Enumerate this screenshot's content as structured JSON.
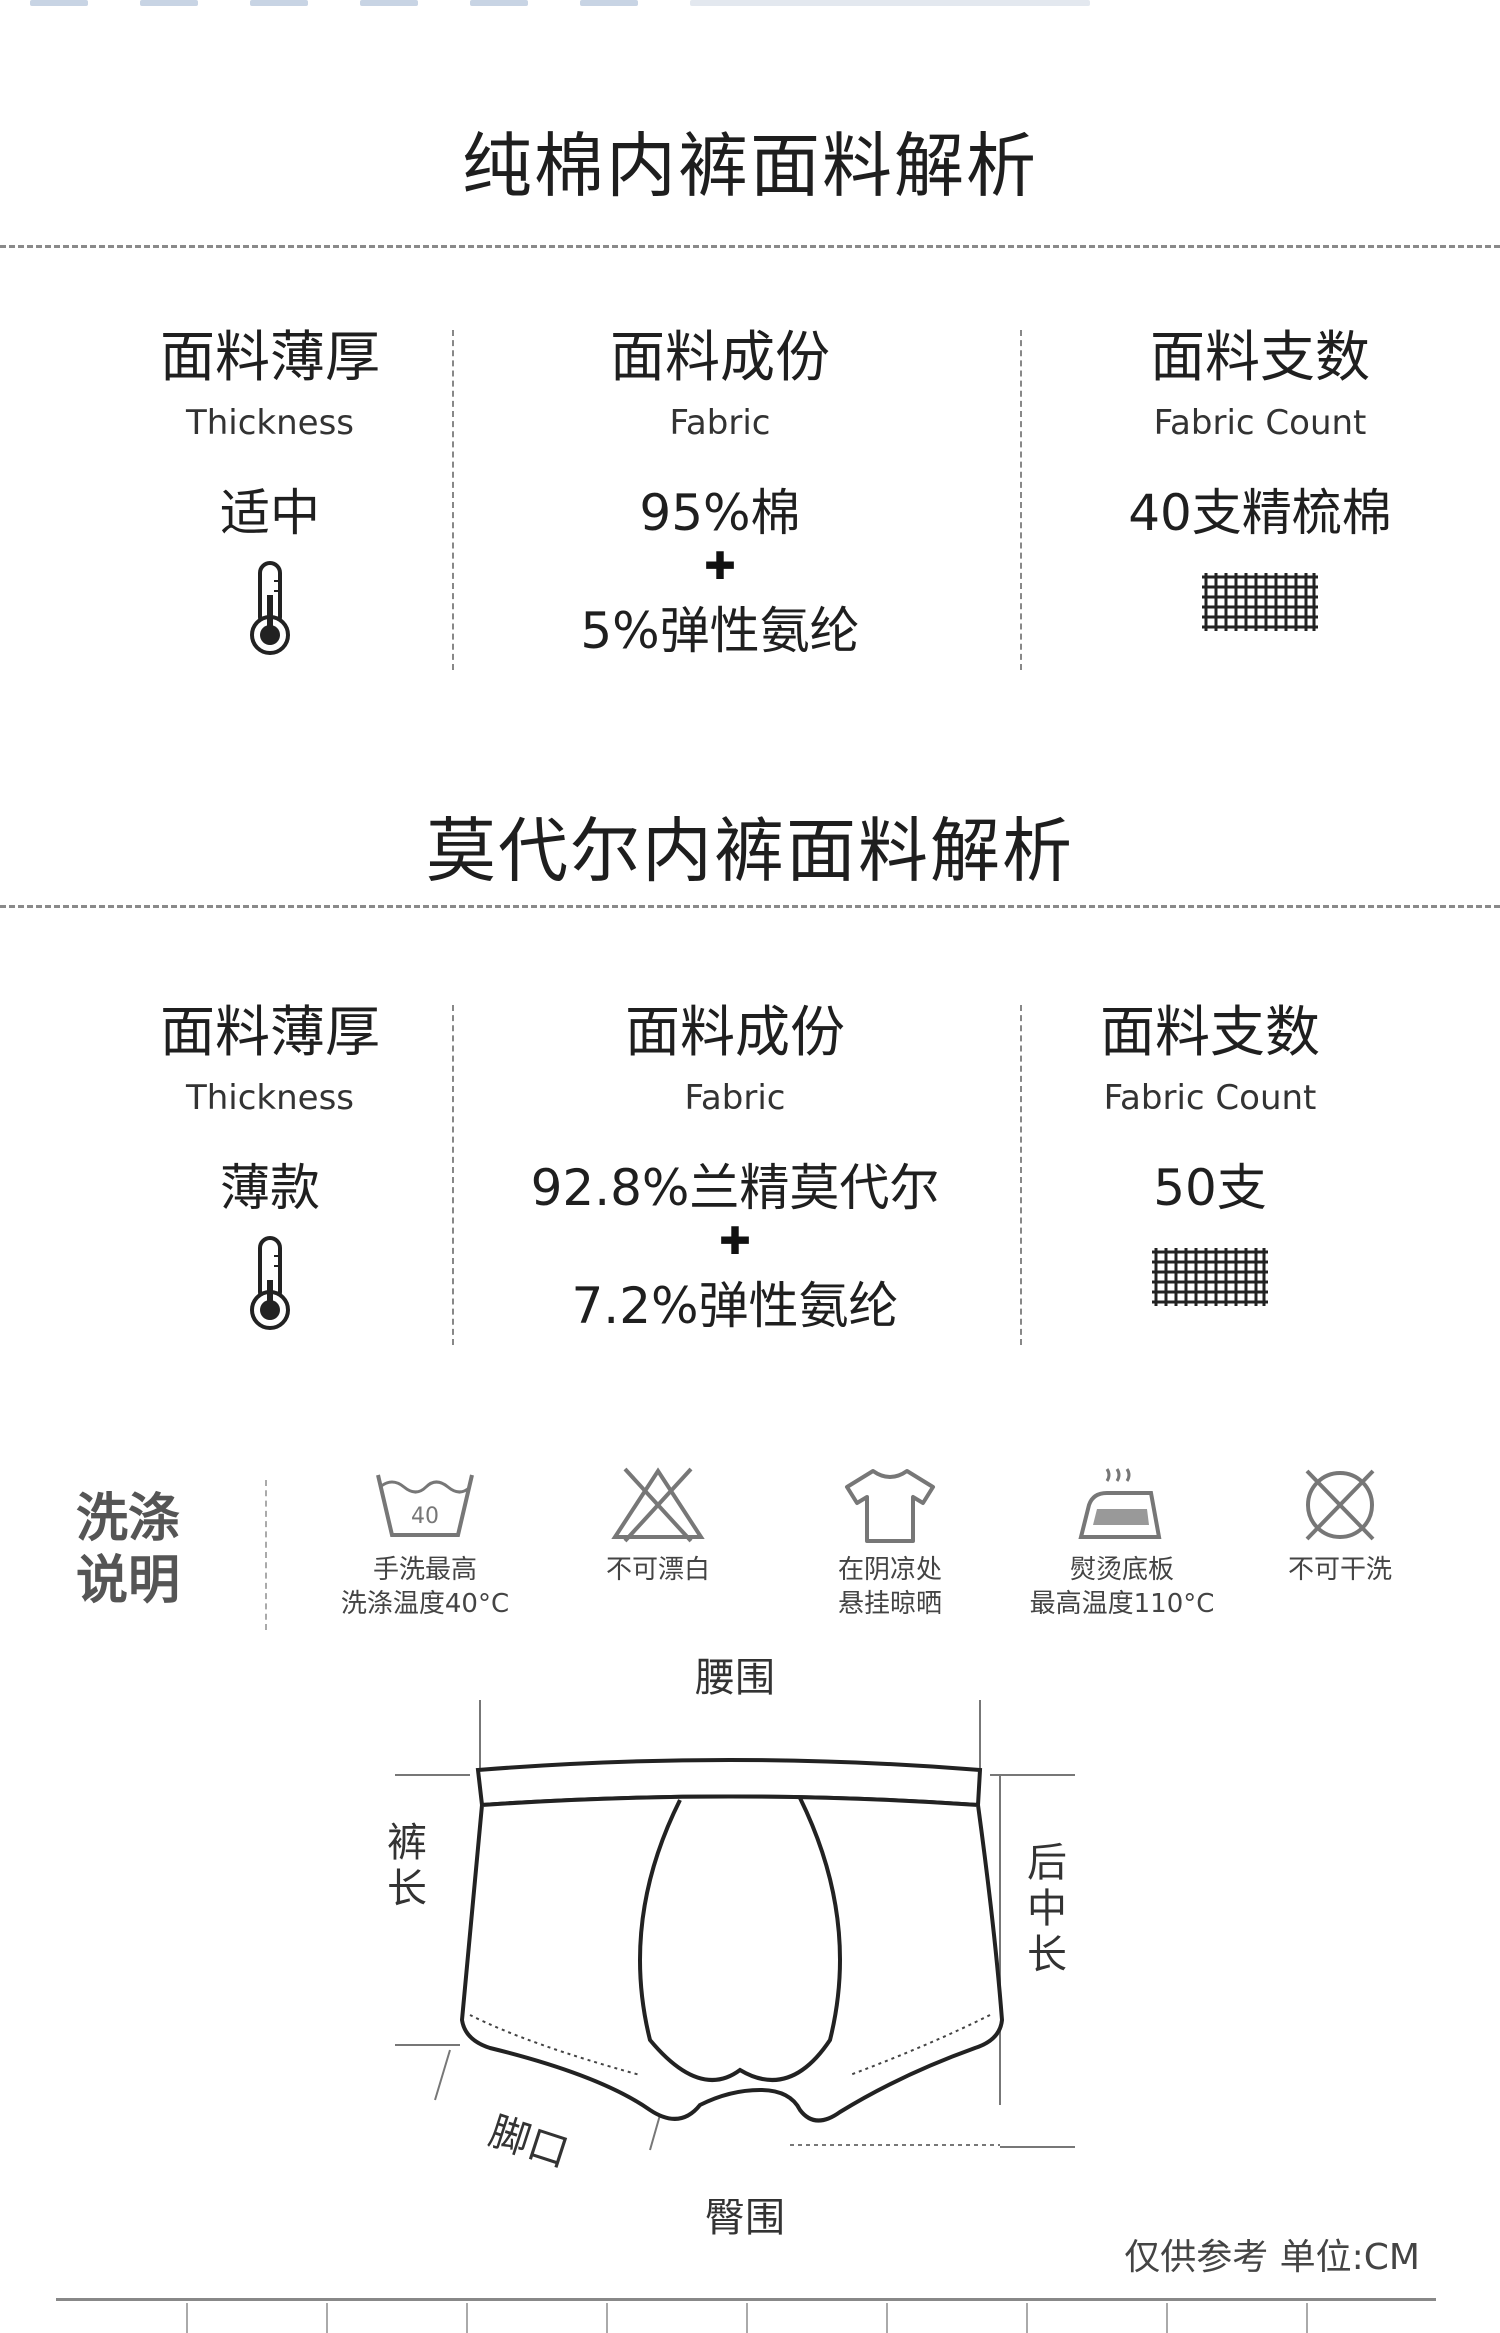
{
  "cotton": {
    "title": "纯棉内裤面料解析",
    "thickness": {
      "heading": "面料薄厚",
      "en": "Thickness",
      "value": "适中",
      "icon": "thermometer-icon"
    },
    "fabric": {
      "heading": "面料成份",
      "en": "Fabric",
      "value1": "95%棉",
      "value2": "5%弹性氨纶"
    },
    "count": {
      "heading": "面料支数",
      "en": "Fabric Count",
      "value": "40支精梳棉",
      "icon": "weave-grid-icon"
    }
  },
  "modal": {
    "title": "莫代尔内裤面料解析",
    "thickness": {
      "heading": "面料薄厚",
      "en": "Thickness",
      "value": "薄款",
      "icon": "thermometer-icon"
    },
    "fabric": {
      "heading": "面料成份",
      "en": "Fabric",
      "value1": "92.8%兰精莫代尔",
      "value2": "7.2%弹性氨纶"
    },
    "count": {
      "heading": "面料支数",
      "en": "Fabric Count",
      "value": "50支",
      "icon": "weave-grid-icon"
    }
  },
  "wash": {
    "title_line1": "洗涤",
    "title_line2": "说明",
    "tub_number": "40",
    "items": [
      {
        "line1": "手洗最高",
        "line2": "洗涤温度40°C",
        "icon": "hand-wash-icon"
      },
      {
        "line1": "不可漂白",
        "line2": "",
        "icon": "no-bleach-icon"
      },
      {
        "line1": "在阴凉处",
        "line2": "悬挂晾晒",
        "icon": "shade-dry-icon"
      },
      {
        "line1": "熨烫底板",
        "line2": "最高温度110°C",
        "icon": "iron-icon"
      },
      {
        "line1": "不可干洗",
        "line2": "",
        "icon": "no-dry-clean-icon"
      }
    ]
  },
  "size": {
    "waist": "腰围",
    "length": "裤长",
    "back_rise": "后中长",
    "leg_opening": "脚口",
    "hip": "臀围",
    "note": "仅供参考 单位:CM"
  },
  "colors": {
    "text": "#1f1f1f",
    "divider": "#888888",
    "strip": "#c8d4e4"
  }
}
